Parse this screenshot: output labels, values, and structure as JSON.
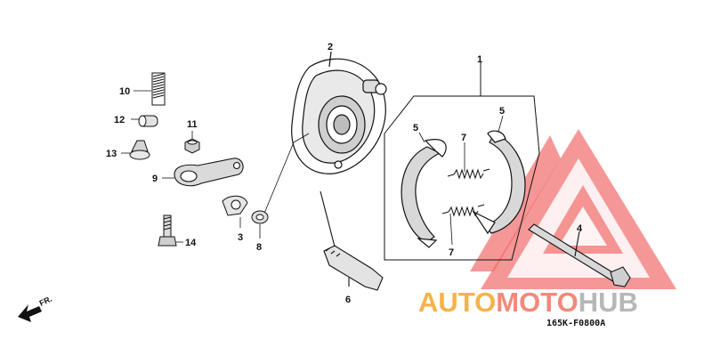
{
  "diagram": {
    "callouts": {
      "c1": "1",
      "c2": "2",
      "c3": "3",
      "c4": "4",
      "c5a": "5",
      "c5b": "5",
      "c6": "6",
      "c7a": "7",
      "c7b": "7",
      "c8": "8",
      "c9": "9",
      "c10": "10",
      "c11": "11",
      "c12": "12",
      "c13": "13",
      "c14": "14"
    },
    "drawing_code": "165K-F0800A",
    "front_label": "FR."
  },
  "watermark": {
    "brand_auto": "AUTO",
    "brand_moto": "MOTO",
    "brand_hub": "HUB",
    "colors": {
      "auto": "#f6b24a",
      "moto": "#f08a7a",
      "hub": "#b7b7b7",
      "triangle": "#f26b6b"
    }
  }
}
